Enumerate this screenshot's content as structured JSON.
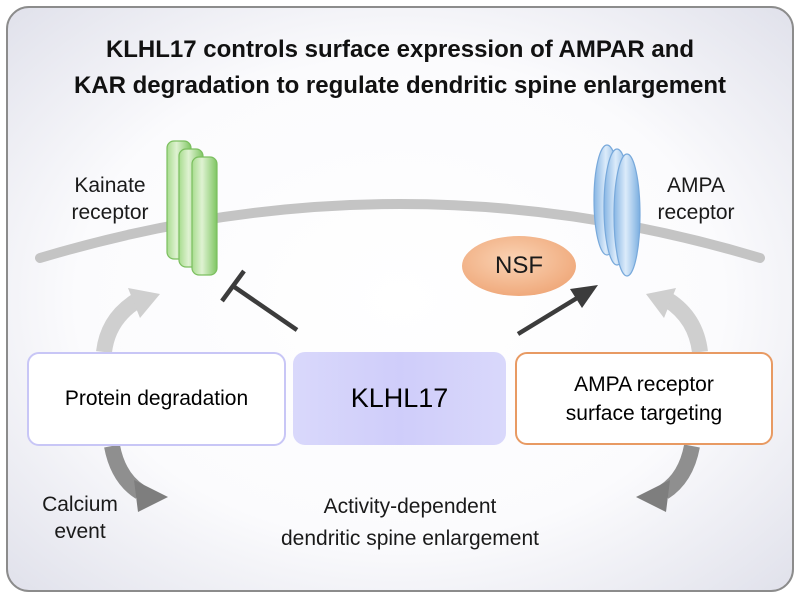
{
  "title": {
    "line1": "KLHL17 controls surface expression of AMPAR and",
    "line2": "KAR degradation to regulate dendritic spine enlargement"
  },
  "receptors": {
    "kainate_line1": "Kainate",
    "kainate_line2": "receptor",
    "ampa_line1": "AMPA",
    "ampa_line2": "receptor"
  },
  "nsf": "NSF",
  "boxes": {
    "left": "Protein degradation",
    "center": "KLHL17",
    "right_line1": "AMPA receptor",
    "right_line2": "surface targeting"
  },
  "bottom": {
    "calcium_line1": "Calcium",
    "calcium_line2": "event",
    "activity_line1": "Activity-dependent",
    "activity_line2": "dendritic spine enlargement"
  },
  "colors": {
    "kainate": "#8ccf6e",
    "ampa": "#9cc4ea",
    "nsf": "#f2b488",
    "klhl17": "#d0cefa",
    "left_border": "#c8c6f6",
    "right_border": "#e89a63"
  }
}
